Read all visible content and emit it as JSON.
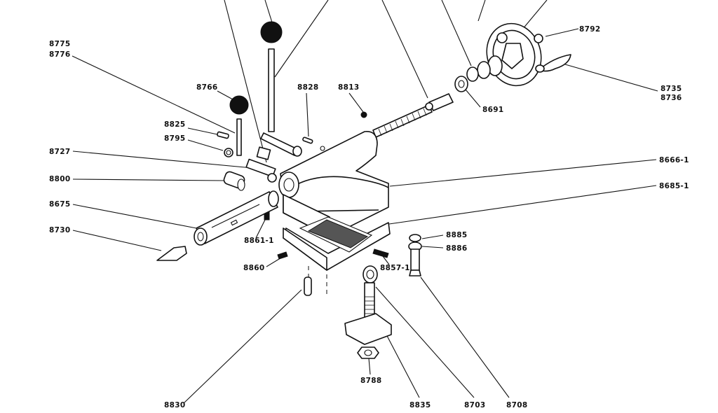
{
  "labels": {
    "l8775": "8775",
    "l8776": "8776",
    "l8766": "8766",
    "l8828": "8828",
    "l8813": "8813",
    "l8825": "8825",
    "l8795": "8795",
    "l8727": "8727",
    "l8800": "8800",
    "l8675": "8675",
    "l8730": "8730",
    "l8861_1": "8861-1",
    "l8860": "8860",
    "l8830": "8830",
    "l8792": "8792",
    "l8691": "8691",
    "l8735": "8735",
    "l8736": "8736",
    "l8666_1": "8666-1",
    "l8685_1": "8685-1",
    "l8885": "8885",
    "l8886": "8886",
    "l8857_1": "8857-1",
    "l8788": "8788",
    "l8835": "8835",
    "l8703": "8703",
    "l8708": "8708"
  }
}
